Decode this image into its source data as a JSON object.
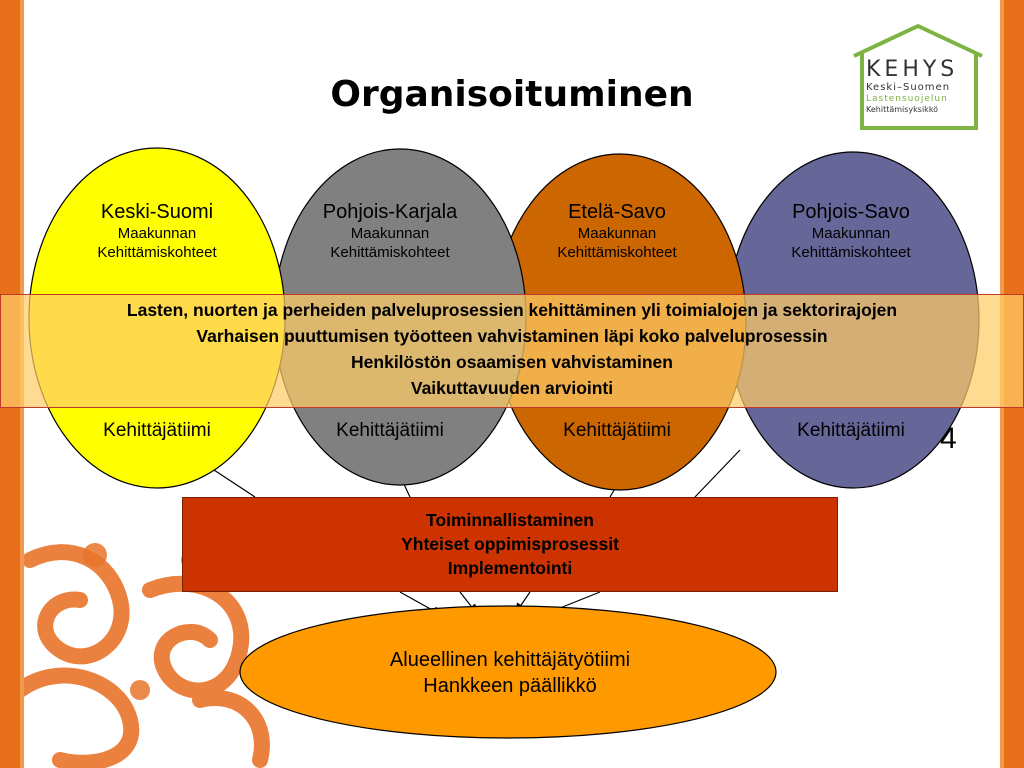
{
  "title": "Organisoituminen",
  "logo": {
    "main": "KEHYS",
    "line1": "Keski–Suomen",
    "line2": "Lastensuojelun",
    "line3": "Kehittämisyksikkö"
  },
  "regions": [
    {
      "name": "Keski-Suomi",
      "sub1": "Maakunnan",
      "sub2": "Kehittämiskohteet",
      "team": "Kehittäjätiimi",
      "color": "#ffff00"
    },
    {
      "name": "Pohjois-Karjala",
      "sub1": "Maakunnan",
      "sub2": "Kehittämiskohteet",
      "team": "Kehittäjätiimi",
      "color": "#808080"
    },
    {
      "name": "Etelä-Savo",
      "sub1": "Maakunnan",
      "sub2": "Kehittämiskohteet",
      "team": "Kehittäjätiimi",
      "color": "#cc6600"
    },
    {
      "name": "Pohjois-Savo",
      "sub1": "Maakunnan",
      "sub2": "Kehittämiskohteet",
      "team": "Kehittäjätiimi",
      "color": "#666699"
    }
  ],
  "band": {
    "lines": [
      "Lasten, nuorten ja perheiden palveluprosessien kehittäminen yli toimialojen ja sektorirajojen",
      "Varhaisen puuttumisen työotteen vahvistaminen läpi koko palveluprosessin",
      "Henkilöstön osaamisen vahvistaminen",
      "Vaikuttavuuden arviointi"
    ],
    "color": "#ffcc66"
  },
  "page_number": "4",
  "middle_box": {
    "lines": [
      "Toiminnallistaminen",
      "Yhteiset oppimisprosessit",
      "Implementointi"
    ],
    "color": "#cc3300"
  },
  "bottom": {
    "lines": [
      "Alueellinen kehittäjätyötiimi",
      "Hankkeen päällikkö"
    ],
    "color": "#ff9900"
  }
}
